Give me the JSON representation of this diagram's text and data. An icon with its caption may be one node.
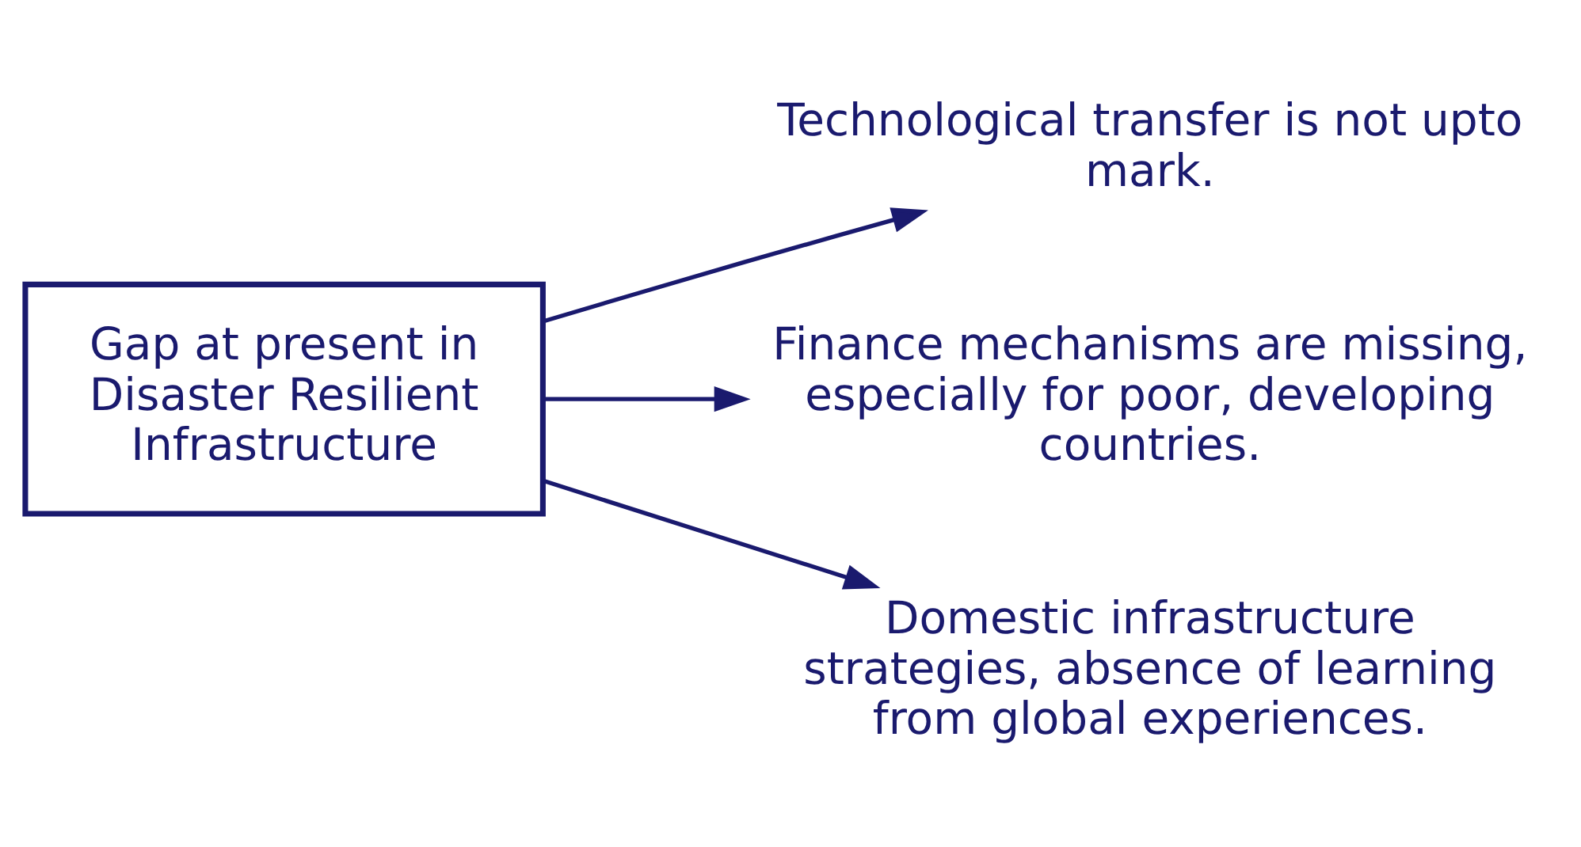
{
  "diagram": {
    "nodes": [
      {
        "text": [
          "Gap at present in Disaster Resilient Infrastructure"
        ]
      },
      {
        "text": [
          "Technological transfer is not upto mark."
        ]
      },
      {
        "text": [
          "Finance mechanisms are missing, especially for poor, developing countries."
        ]
      },
      {
        "text": [
          "Domestic infrastructure strategies, absence of learning from global experiences."
        ]
      }
    ],
    "edges": [
      {
        "from": 0,
        "to": 1,
        "arrow": "to"
      },
      {
        "from": 0,
        "to": 2,
        "arrow": "to"
      },
      {
        "from": 0,
        "to": 3,
        "arrow": "to"
      }
    ]
  }
}
